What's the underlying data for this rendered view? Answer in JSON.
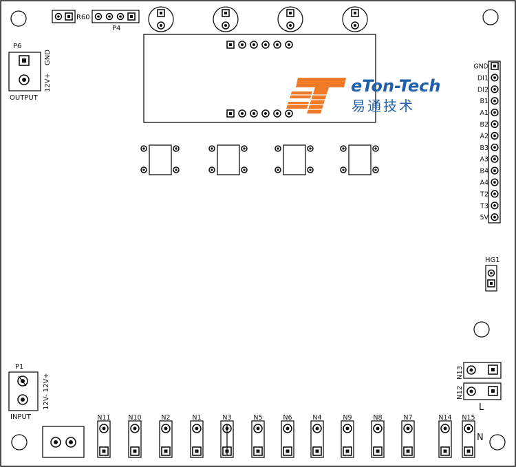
{
  "logo": {
    "name": "eTon-Tech",
    "subtitle": "易通技术",
    "colors": {
      "orange": "#f07a26",
      "blue": "#1f5fa8"
    }
  },
  "labels": {
    "r60": "R60",
    "p4": "P4",
    "p6": "P6",
    "p6_gnd": "GND",
    "p6_12v": "12V+",
    "output": "OUTPUT",
    "p1": "P1",
    "p1_pins": "12V- 12V+",
    "input": "INPUT",
    "hg1": "HG1",
    "n13": "N13",
    "n12": "N12",
    "l_label": "L",
    "n_label": "N"
  },
  "header_right": [
    "GND",
    "DI1",
    "DI2",
    "B1",
    "A1",
    "B2",
    "A2",
    "B3",
    "A3",
    "B4",
    "A4",
    "T2",
    "T3",
    "5V"
  ],
  "bottom_connectors": [
    "N11",
    "N10",
    "N2",
    "N1",
    "N3",
    "N5",
    "N6",
    "N4",
    "N9",
    "N8",
    "N7",
    "N14",
    "N15"
  ]
}
